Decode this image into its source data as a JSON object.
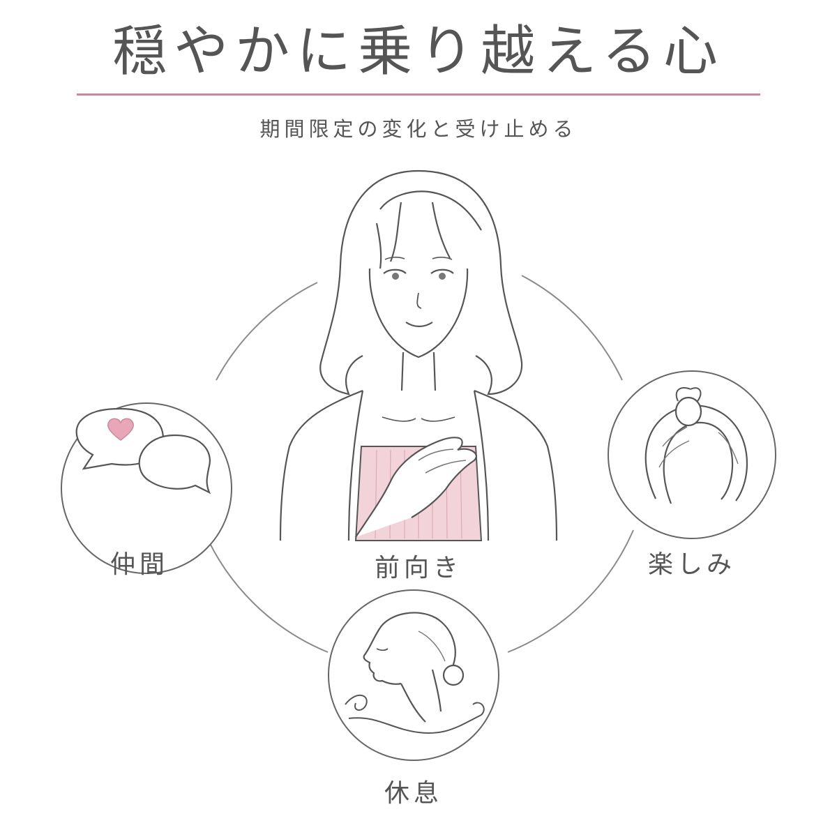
{
  "header": {
    "title": "穏やかに乗り越える心",
    "subtitle": "期間限定の変化と受け止める"
  },
  "nodes": {
    "center": {
      "label": "前向き",
      "icon": "woman-hand-on-chest-icon"
    },
    "left": {
      "label": "仲間",
      "icon": "speech-bubbles-heart-icon"
    },
    "right": {
      "label": "楽しみ",
      "icon": "knotted-headband-icon"
    },
    "bottom": {
      "label": "休息",
      "icon": "relaxed-woman-profile-icon"
    }
  },
  "colors": {
    "accent": "#c98a9c",
    "heart": "#e8a6b8",
    "camisole": "#f3d3da",
    "line": "#5a5a5a"
  }
}
